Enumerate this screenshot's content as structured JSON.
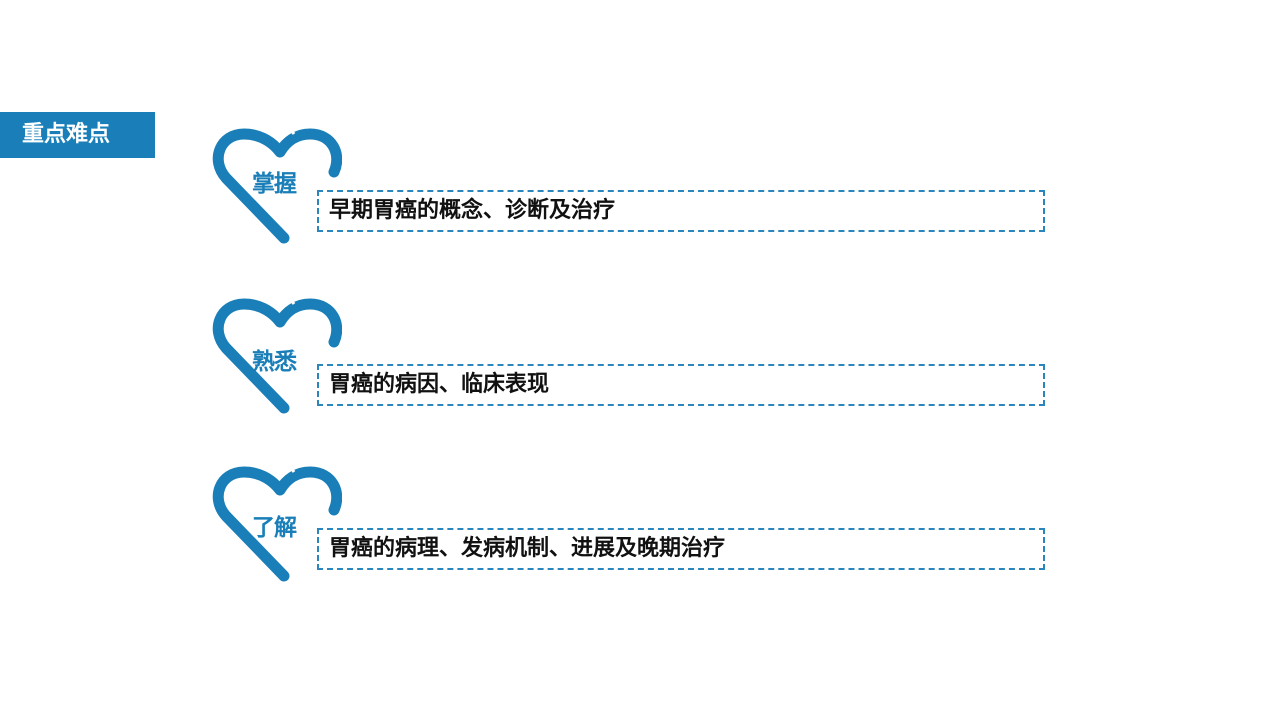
{
  "section": {
    "label": "重点难点"
  },
  "items": [
    {
      "verb": "掌握",
      "text": "早期胃癌的概念、诊断及治疗"
    },
    {
      "verb": "熟悉",
      "text": "胃癌的病因、临床表现"
    },
    {
      "verb": "了解",
      "text": "胃癌的病理、发病机制、进展及晚期治疗"
    }
  ],
  "colors": {
    "accent": "#1a7fb8",
    "dashed_border": "#2a86bd",
    "text": "#111111"
  },
  "icons": [
    "heart-outline-icon"
  ]
}
